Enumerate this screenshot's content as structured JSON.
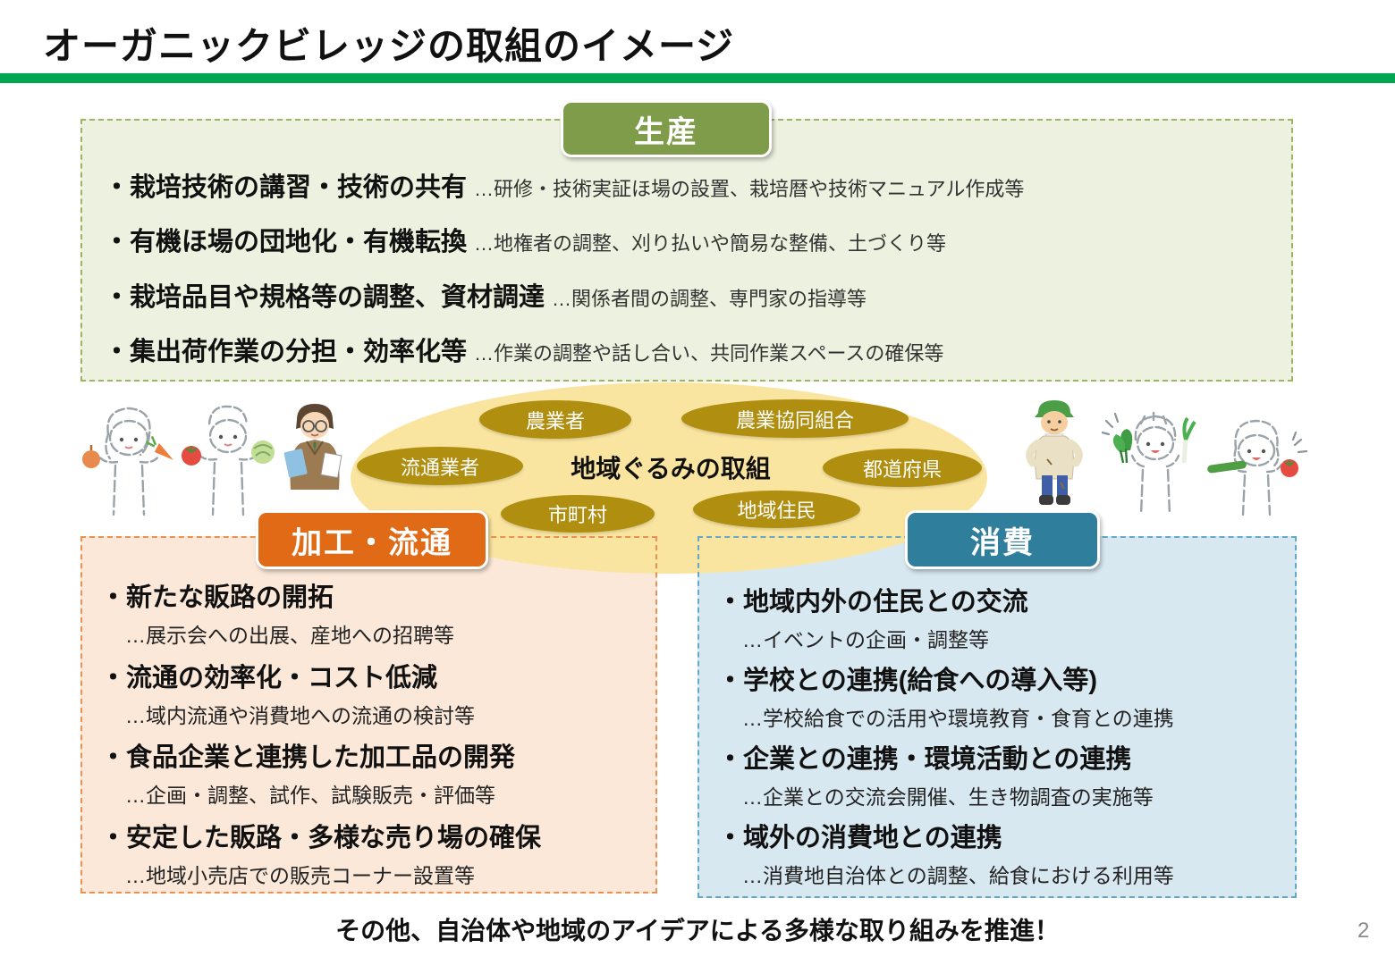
{
  "page": {
    "title": "オーガニックビレッジの取組のイメージ",
    "footer_note": "その他、自治体や地域のアイデアによる多様な取り組みを推進！",
    "page_number": "2"
  },
  "colors": {
    "title_rule_green": "#00A651",
    "production_header": "#7E9C49",
    "production_bg": "#EDF1DF",
    "processing_header": "#E06A15",
    "processing_bg": "#FBE8D8",
    "consumption_header": "#2F7E9B",
    "consumption_bg": "#D8E8F1",
    "hub_yellow": "#FAE5A0",
    "badge_gold": "#B08E10"
  },
  "center": {
    "label": "地域ぐるみの取組",
    "actors": [
      "農業者",
      "農業協同組合",
      "流通業者",
      "都道府県",
      "市町村",
      "地域住民"
    ]
  },
  "sections": {
    "production": {
      "header": "生産",
      "items": [
        {
          "title": "・栽培技術の講習・技術の共有",
          "desc": "…研修・技術実証ほ場の設置、栽培暦や技術マニュアル作成等"
        },
        {
          "title": "・有機ほ場の団地化・有機転換",
          "desc": "…地権者の調整、刈り払いや簡易な整備、土づくり等"
        },
        {
          "title": "・栽培品目や規格等の調整、資材調達",
          "desc": "…関係者間の調整、専門家の指導等"
        },
        {
          "title": "・集出荷作業の分担・効率化等",
          "desc": "…作業の調整や話し合い、共同作業スペースの確保等"
        }
      ]
    },
    "processing": {
      "header": "加工・流通",
      "items": [
        {
          "title": "・新たな販路の開拓",
          "desc": "…展示会への出展、産地への招聘等"
        },
        {
          "title": "・流通の効率化・コスト低減",
          "desc": "…域内流通や消費地への流通の検討等"
        },
        {
          "title": "・食品企業と連携した加工品の開発",
          "desc": "…企画・調整、試作、試験販売・評価等"
        },
        {
          "title": "・安定した販路・多様な売り場の確保",
          "desc": "…地域小売店での販売コーナー設置等"
        }
      ]
    },
    "consumption": {
      "header": "消費",
      "items": [
        {
          "title": "・地域内外の住民との交流",
          "desc": "…イベントの企画・調整等"
        },
        {
          "title": "・学校との連携(給食への導入等)",
          "desc": "…学校給食での活用や環境教育・食育との連携"
        },
        {
          "title": "・企業との連携・環境活動との連携",
          "desc": "…企業との交流会開催、生き物調査の実施等"
        },
        {
          "title": "・域外の消費地との連携",
          "desc": "…消費地自治体との調整、給食における利用等"
        }
      ]
    }
  },
  "illustrations": [
    "consumer-woman-with-onion-and-carrot",
    "consumer-man-with-tomato-and-cabbage",
    "businessman-with-documents",
    "farmer-with-green-cap",
    "child-with-leafy-greens",
    "woman-with-cucumber-and-tomato"
  ]
}
